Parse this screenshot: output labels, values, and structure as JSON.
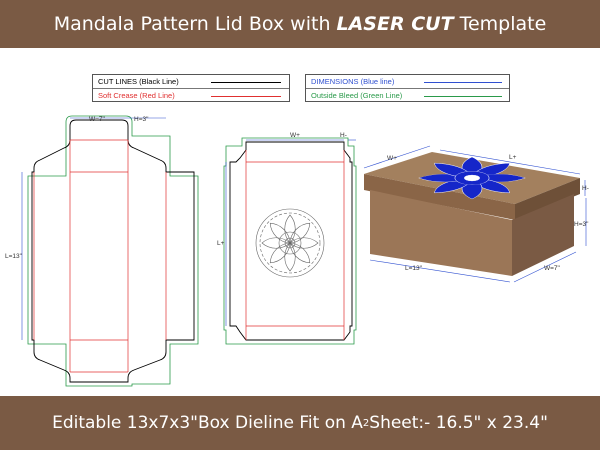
{
  "header": {
    "title_prefix": "Mandala Pattern Lid Box with",
    "title_highlight": "LASER CUT",
    "title_suffix": "Template"
  },
  "legend_left": {
    "cut_lines": "CUT LINES (Black Line)",
    "soft_crease": "Soft Crease (Red Line)"
  },
  "legend_right": {
    "dimensions": "DIMENSIONS (Blue line)",
    "outside_bleed": "Outside Bleed (Green Line)"
  },
  "dieline_left": {
    "width_label": "W=7\"",
    "height_label": "H=3\"",
    "length_label": "L=13\""
  },
  "dieline_middle": {
    "width_label": "W+",
    "height_label": "H-",
    "length_label": "L+"
  },
  "box_3d": {
    "width_top": "W+",
    "length_top": "L+",
    "height_top": "H-",
    "height_bottom": "H=3\"",
    "length_bottom": "L=13\"",
    "width_bottom": "W=7\""
  },
  "footer": {
    "text_main": "Editable 13x7x3\"Box Dieline Fit on A",
    "text_sub": "2",
    "text_end": " Sheet:- 16.5\" x 23.4\""
  },
  "colors": {
    "banner": "#7a5a44",
    "cut_line": "#000000",
    "crease_line": "#e03030",
    "dimension_line": "#3050d0",
    "bleed_line": "#2a9a4a",
    "box_kraft": "#a3805e",
    "mandala": "#1526c9"
  }
}
